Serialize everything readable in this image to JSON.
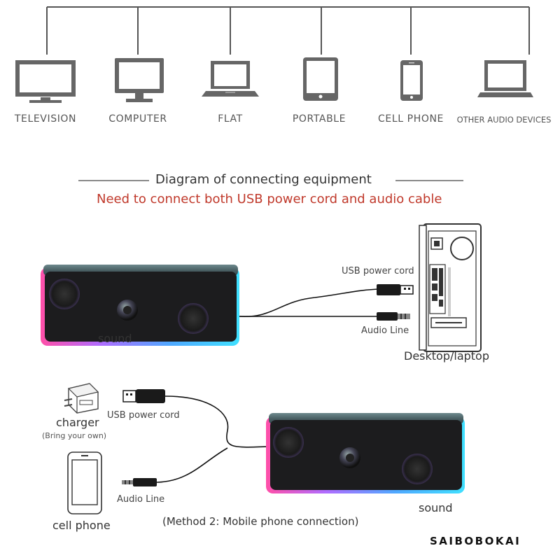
{
  "devices": [
    {
      "label": "TELEVISION",
      "icon": "television-icon"
    },
    {
      "label": "COMPUTER",
      "icon": "computer-icon"
    },
    {
      "label": "FLAT",
      "icon": "laptop-icon"
    },
    {
      "label": "PORTABLE",
      "icon": "tablet-icon"
    },
    {
      "label": "CELL PHONE",
      "icon": "cell-phone-icon"
    },
    {
      "label": "OTHER AUDIO DEVICES",
      "icon": "other-device-icon"
    }
  ],
  "diagram": {
    "title": "Diagram of connecting equipment",
    "notice": "Need to connect both USB power cord and audio cable",
    "notice_color": "#c0392b",
    "method1": {
      "usb_label": "USB power cord",
      "audio_label": "Audio Line",
      "speaker_label": "sound",
      "computer_label": "Desktop/laptop"
    },
    "method2": {
      "charger_label": "charger",
      "charger_note": "(Bring your own)",
      "usb_label": "USB power cord",
      "audio_label": "Audio Line",
      "phone_label": "cell phone",
      "speaker_label": "sound",
      "caption": "(Method 2: Mobile phone connection)"
    }
  },
  "brand": "SAIBOBOKAI"
}
